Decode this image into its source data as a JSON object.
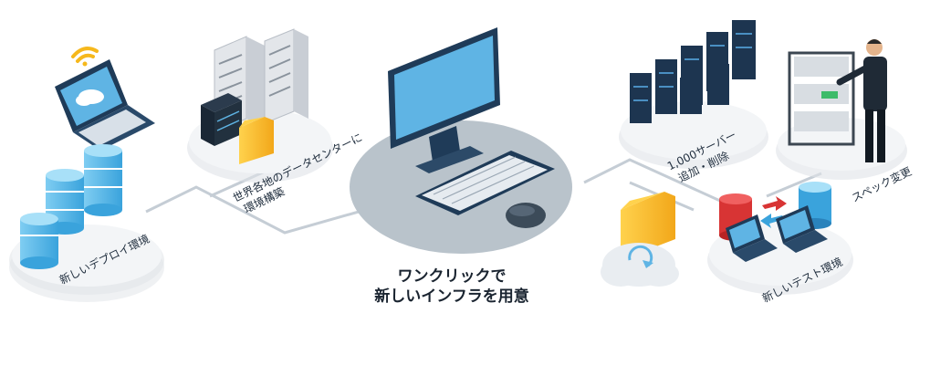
{
  "center": {
    "title_line1": "ワンクリックで",
    "title_line2": "新しいインフラを用意"
  },
  "nodes": {
    "deploy_label": "新しいデプロイ環境",
    "datacenter_label_line1": "世界各地のデータセンターに",
    "datacenter_label_line2": "環境構築",
    "servers_label_line1": "1,000サーバー",
    "servers_label_line2": "追加・削除",
    "spec_label": "スペック変更",
    "test_label": "新しいテスト環境"
  },
  "colors": {
    "platform": "#eef0f2",
    "connector": "#c5cdd5",
    "monitor_frame": "#1f3b58",
    "screen": "#5fb4e4",
    "server_dark": "#1d3550",
    "db_blue": "#5ab8ea",
    "db_red": "#d83434",
    "folder": "#f6b81c"
  }
}
